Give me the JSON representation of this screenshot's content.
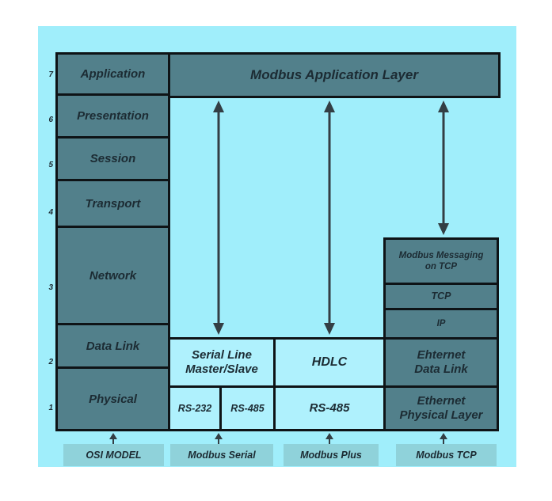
{
  "osi": {
    "rows": [
      {
        "number": "7",
        "label": "Application"
      },
      {
        "number": "6",
        "label": "Presentation"
      },
      {
        "number": "5",
        "label": "Session"
      },
      {
        "number": "4",
        "label": "Transport"
      },
      {
        "number": "3",
        "label": "Network"
      },
      {
        "number": "2",
        "label": "Data Link"
      },
      {
        "number": "1",
        "label": "Physical"
      }
    ]
  },
  "modbus": {
    "application_layer": "Modbus Application Layer",
    "serial_line": "Serial Line\nMaster/Slave",
    "hdlc": "HDLC",
    "ehternet_data_link": "Ehternet\nData Link",
    "tcp_stack": {
      "messaging": "Modbus Messaging\non TCP",
      "tcp": "TCP",
      "ip": "IP"
    },
    "rs232": "RS-232",
    "rs485_serial": "RS-485",
    "rs485_plus": "RS-485",
    "ethernet_physical": "Ethernet\nPhysical Layer"
  },
  "footer": {
    "labels": [
      "OSI MODEL",
      "Modbus Serial",
      "Modbus Plus",
      "Modbus TCP"
    ]
  },
  "colors": {
    "background": "#a0eefb",
    "teal_box": "#52808b",
    "light_box": "#aff1fd",
    "label_box": "#8fd2da",
    "border": "#0e1316",
    "text": "#1c2b33",
    "arrow": "#333e44"
  }
}
